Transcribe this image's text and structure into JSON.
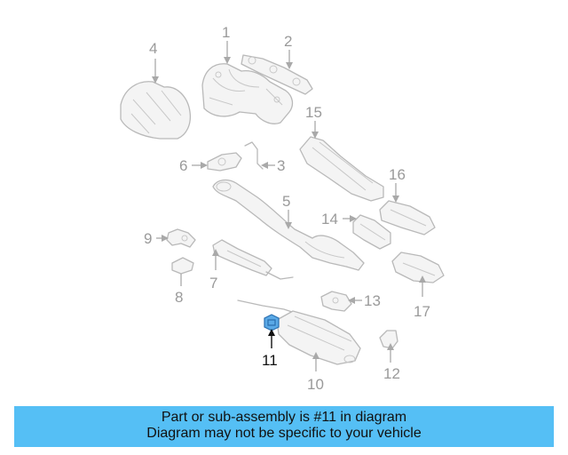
{
  "callouts": {
    "n1": "1",
    "n2": "2",
    "n3": "3",
    "n4": "4",
    "n5": "5",
    "n6": "6",
    "n7": "7",
    "n8": "8",
    "n9": "9",
    "n10": "10",
    "n11": "11",
    "n12": "12",
    "n13": "13",
    "n14": "14",
    "n15": "15",
    "n16": "16",
    "n17": "17"
  },
  "highlighted_part": "11",
  "colors": {
    "banner_background": "#55bff5",
    "highlight_part": "#5aa9e6",
    "part_outline": "#b9b9b9",
    "callout_gray": "#9a9a9a"
  },
  "banner": {
    "line1": "Part or sub-assembly is #11 in diagram",
    "line2": "Diagram may not be specific to your vehicle"
  }
}
